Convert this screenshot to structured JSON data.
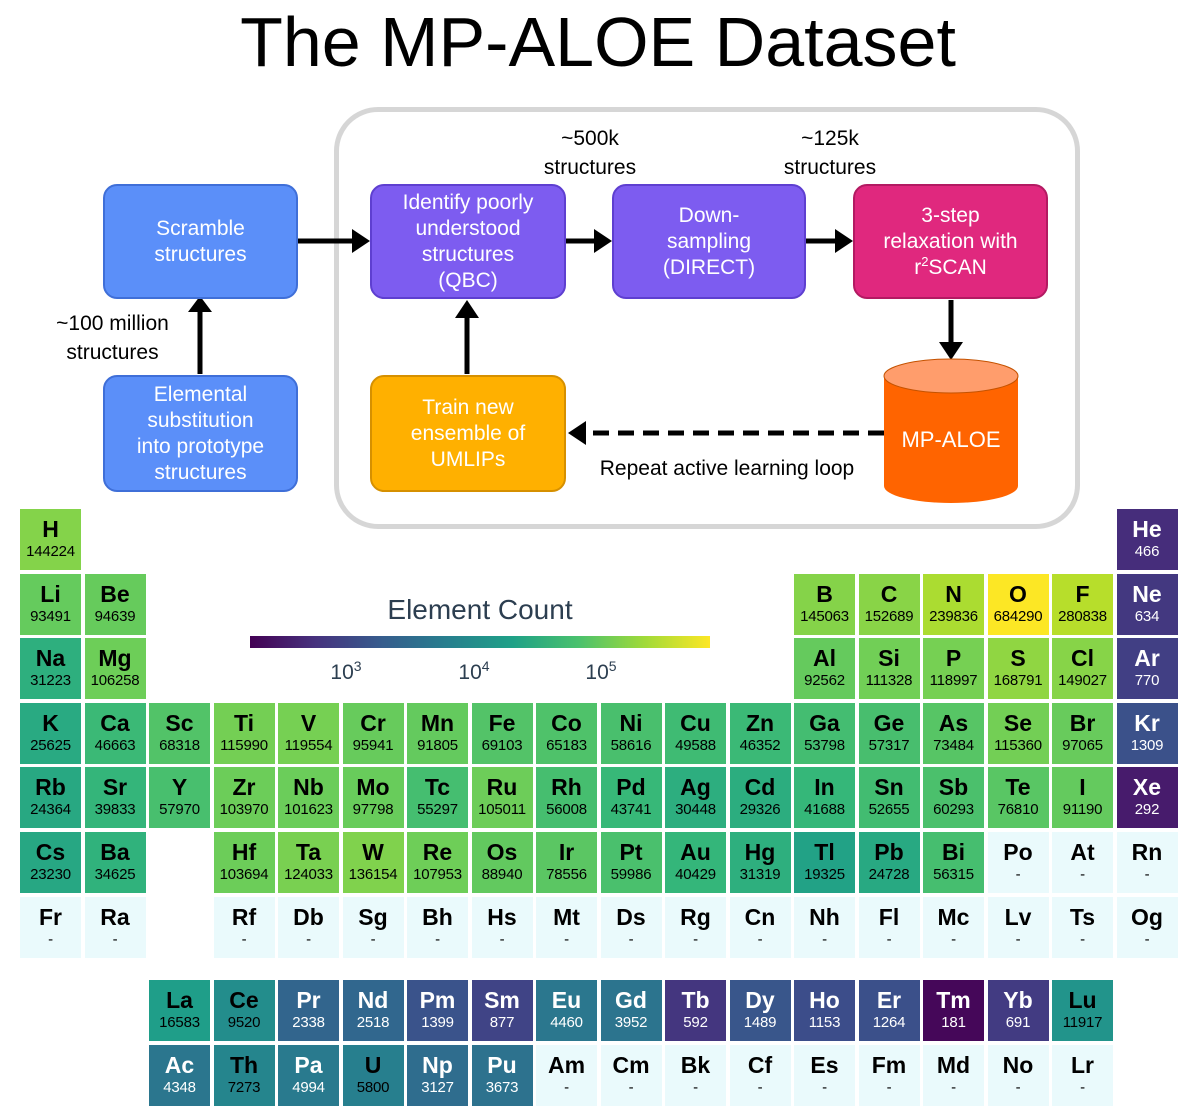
{
  "title": "The MP-ALOE Dataset",
  "flow": {
    "scramble": "Scramble\nstructures",
    "elemental": "Elemental\nsubstitution\ninto prototype\nstructures",
    "identify": "Identify poorly\nunderstood\nstructures\n(QBC)",
    "downsample": "Down-\nsampling\n(DIRECT)",
    "relax_pre": "3-step\nrelaxation with\nr",
    "relax_sup": "2",
    "relax_post": "SCAN",
    "train": "Train new\nensemble of\nUMLIPs",
    "database": "MP-ALOE",
    "note_100m": "~100 million\nstructures",
    "note_500k": "~500k\nstructures",
    "note_125k": "~125k\nstructures",
    "loop_label": "Repeat active learning loop"
  },
  "colors": {
    "blue_box": "#5b8ff9",
    "purple_box": "#7d5cf0",
    "magenta_box": "#e0287e",
    "orange_box": "#ffb000",
    "cylinder": "#ff6400",
    "cylinder_top": "#ff9d6c",
    "frame": "#d6d6d6",
    "no_data": "#eafafc"
  },
  "colorbar": {
    "title": "Element Count",
    "ticks": [
      {
        "base": "10",
        "exp": "3"
      },
      {
        "base": "10",
        "exp": "4"
      },
      {
        "base": "10",
        "exp": "5"
      }
    ],
    "log_range": [
      2.2,
      5.84
    ]
  },
  "elements": [
    {
      "s": "H",
      "c": "144224",
      "row": 1,
      "col": 1
    },
    {
      "s": "He",
      "c": "466",
      "row": 1,
      "col": 18
    },
    {
      "s": "Li",
      "c": "93491",
      "row": 2,
      "col": 1
    },
    {
      "s": "Be",
      "c": "94639",
      "row": 2,
      "col": 2
    },
    {
      "s": "B",
      "c": "145063",
      "row": 2,
      "col": 13
    },
    {
      "s": "C",
      "c": "152689",
      "row": 2,
      "col": 14
    },
    {
      "s": "N",
      "c": "239836",
      "row": 2,
      "col": 15
    },
    {
      "s": "O",
      "c": "684290",
      "row": 2,
      "col": 16
    },
    {
      "s": "F",
      "c": "280838",
      "row": 2,
      "col": 17
    },
    {
      "s": "Ne",
      "c": "634",
      "row": 2,
      "col": 18
    },
    {
      "s": "Na",
      "c": "31223",
      "row": 3,
      "col": 1
    },
    {
      "s": "Mg",
      "c": "106258",
      "row": 3,
      "col": 2
    },
    {
      "s": "Al",
      "c": "92562",
      "row": 3,
      "col": 13
    },
    {
      "s": "Si",
      "c": "111328",
      "row": 3,
      "col": 14
    },
    {
      "s": "P",
      "c": "118997",
      "row": 3,
      "col": 15
    },
    {
      "s": "S",
      "c": "168791",
      "row": 3,
      "col": 16
    },
    {
      "s": "Cl",
      "c": "149027",
      "row": 3,
      "col": 17
    },
    {
      "s": "Ar",
      "c": "770",
      "row": 3,
      "col": 18
    },
    {
      "s": "K",
      "c": "25625",
      "row": 4,
      "col": 1
    },
    {
      "s": "Ca",
      "c": "46663",
      "row": 4,
      "col": 2
    },
    {
      "s": "Sc",
      "c": "68318",
      "row": 4,
      "col": 3
    },
    {
      "s": "Ti",
      "c": "115990",
      "row": 4,
      "col": 4
    },
    {
      "s": "V",
      "c": "119554",
      "row": 4,
      "col": 5
    },
    {
      "s": "Cr",
      "c": "95941",
      "row": 4,
      "col": 6
    },
    {
      "s": "Mn",
      "c": "91805",
      "row": 4,
      "col": 7
    },
    {
      "s": "Fe",
      "c": "69103",
      "row": 4,
      "col": 8
    },
    {
      "s": "Co",
      "c": "65183",
      "row": 4,
      "col": 9
    },
    {
      "s": "Ni",
      "c": "58616",
      "row": 4,
      "col": 10
    },
    {
      "s": "Cu",
      "c": "49588",
      "row": 4,
      "col": 11
    },
    {
      "s": "Zn",
      "c": "46352",
      "row": 4,
      "col": 12
    },
    {
      "s": "Ga",
      "c": "53798",
      "row": 4,
      "col": 13
    },
    {
      "s": "Ge",
      "c": "57317",
      "row": 4,
      "col": 14
    },
    {
      "s": "As",
      "c": "73484",
      "row": 4,
      "col": 15
    },
    {
      "s": "Se",
      "c": "115360",
      "row": 4,
      "col": 16
    },
    {
      "s": "Br",
      "c": "97065",
      "row": 4,
      "col": 17
    },
    {
      "s": "Kr",
      "c": "1309",
      "row": 4,
      "col": 18
    },
    {
      "s": "Rb",
      "c": "24364",
      "row": 5,
      "col": 1
    },
    {
      "s": "Sr",
      "c": "39833",
      "row": 5,
      "col": 2
    },
    {
      "s": "Y",
      "c": "57970",
      "row": 5,
      "col": 3
    },
    {
      "s": "Zr",
      "c": "103970",
      "row": 5,
      "col": 4
    },
    {
      "s": "Nb",
      "c": "101623",
      "row": 5,
      "col": 5
    },
    {
      "s": "Mo",
      "c": "97798",
      "row": 5,
      "col": 6
    },
    {
      "s": "Tc",
      "c": "55297",
      "row": 5,
      "col": 7
    },
    {
      "s": "Ru",
      "c": "105011",
      "row": 5,
      "col": 8
    },
    {
      "s": "Rh",
      "c": "56008",
      "row": 5,
      "col": 9
    },
    {
      "s": "Pd",
      "c": "43741",
      "row": 5,
      "col": 10
    },
    {
      "s": "Ag",
      "c": "30448",
      "row": 5,
      "col": 11
    },
    {
      "s": "Cd",
      "c": "29326",
      "row": 5,
      "col": 12
    },
    {
      "s": "In",
      "c": "41688",
      "row": 5,
      "col": 13
    },
    {
      "s": "Sn",
      "c": "52655",
      "row": 5,
      "col": 14
    },
    {
      "s": "Sb",
      "c": "60293",
      "row": 5,
      "col": 15
    },
    {
      "s": "Te",
      "c": "76810",
      "row": 5,
      "col": 16
    },
    {
      "s": "I",
      "c": "91190",
      "row": 5,
      "col": 17
    },
    {
      "s": "Xe",
      "c": "292",
      "row": 5,
      "col": 18
    },
    {
      "s": "Cs",
      "c": "23230",
      "row": 6,
      "col": 1
    },
    {
      "s": "Ba",
      "c": "34625",
      "row": 6,
      "col": 2
    },
    {
      "s": "Hf",
      "c": "103694",
      "row": 6,
      "col": 4
    },
    {
      "s": "Ta",
      "c": "124033",
      "row": 6,
      "col": 5
    },
    {
      "s": "W",
      "c": "136154",
      "row": 6,
      "col": 6
    },
    {
      "s": "Re",
      "c": "107953",
      "row": 6,
      "col": 7
    },
    {
      "s": "Os",
      "c": "88940",
      "row": 6,
      "col": 8
    },
    {
      "s": "Ir",
      "c": "78556",
      "row": 6,
      "col": 9
    },
    {
      "s": "Pt",
      "c": "59986",
      "row": 6,
      "col": 10
    },
    {
      "s": "Au",
      "c": "40429",
      "row": 6,
      "col": 11
    },
    {
      "s": "Hg",
      "c": "31319",
      "row": 6,
      "col": 12
    },
    {
      "s": "Tl",
      "c": "19325",
      "row": 6,
      "col": 13
    },
    {
      "s": "Pb",
      "c": "24728",
      "row": 6,
      "col": 14
    },
    {
      "s": "Bi",
      "c": "56315",
      "row": 6,
      "col": 15
    },
    {
      "s": "Po",
      "c": "-",
      "row": 6,
      "col": 16
    },
    {
      "s": "At",
      "c": "-",
      "row": 6,
      "col": 17
    },
    {
      "s": "Rn",
      "c": "-",
      "row": 6,
      "col": 18
    },
    {
      "s": "Fr",
      "c": "-",
      "row": 7,
      "col": 1
    },
    {
      "s": "Ra",
      "c": "-",
      "row": 7,
      "col": 2
    },
    {
      "s": "Rf",
      "c": "-",
      "row": 7,
      "col": 4
    },
    {
      "s": "Db",
      "c": "-",
      "row": 7,
      "col": 5
    },
    {
      "s": "Sg",
      "c": "-",
      "row": 7,
      "col": 6
    },
    {
      "s": "Bh",
      "c": "-",
      "row": 7,
      "col": 7
    },
    {
      "s": "Hs",
      "c": "-",
      "row": 7,
      "col": 8
    },
    {
      "s": "Mt",
      "c": "-",
      "row": 7,
      "col": 9
    },
    {
      "s": "Ds",
      "c": "-",
      "row": 7,
      "col": 10
    },
    {
      "s": "Rg",
      "c": "-",
      "row": 7,
      "col": 11
    },
    {
      "s": "Cn",
      "c": "-",
      "row": 7,
      "col": 12
    },
    {
      "s": "Nh",
      "c": "-",
      "row": 7,
      "col": 13
    },
    {
      "s": "Fl",
      "c": "-",
      "row": 7,
      "col": 14
    },
    {
      "s": "Mc",
      "c": "-",
      "row": 7,
      "col": 15
    },
    {
      "s": "Lv",
      "c": "-",
      "row": 7,
      "col": 16
    },
    {
      "s": "Ts",
      "c": "-",
      "row": 7,
      "col": 17
    },
    {
      "s": "Og",
      "c": "-",
      "row": 7,
      "col": 18
    },
    {
      "s": "La",
      "c": "16583",
      "row": 9,
      "col": 3
    },
    {
      "s": "Ce",
      "c": "9520",
      "row": 9,
      "col": 4
    },
    {
      "s": "Pr",
      "c": "2338",
      "row": 9,
      "col": 5
    },
    {
      "s": "Nd",
      "c": "2518",
      "row": 9,
      "col": 6
    },
    {
      "s": "Pm",
      "c": "1399",
      "row": 9,
      "col": 7
    },
    {
      "s": "Sm",
      "c": "877",
      "row": 9,
      "col": 8
    },
    {
      "s": "Eu",
      "c": "4460",
      "row": 9,
      "col": 9
    },
    {
      "s": "Gd",
      "c": "3952",
      "row": 9,
      "col": 10
    },
    {
      "s": "Tb",
      "c": "592",
      "row": 9,
      "col": 11
    },
    {
      "s": "Dy",
      "c": "1489",
      "row": 9,
      "col": 12
    },
    {
      "s": "Ho",
      "c": "1153",
      "row": 9,
      "col": 13
    },
    {
      "s": "Er",
      "c": "1264",
      "row": 9,
      "col": 14
    },
    {
      "s": "Tm",
      "c": "181",
      "row": 9,
      "col": 15
    },
    {
      "s": "Yb",
      "c": "691",
      "row": 9,
      "col": 16
    },
    {
      "s": "Lu",
      "c": "11917",
      "row": 9,
      "col": 17
    },
    {
      "s": "Ac",
      "c": "4348",
      "row": 10,
      "col": 3
    },
    {
      "s": "Th",
      "c": "7273",
      "row": 10,
      "col": 4
    },
    {
      "s": "Pa",
      "c": "4994",
      "row": 10,
      "col": 5
    },
    {
      "s": "U",
      "c": "5800",
      "row": 10,
      "col": 6
    },
    {
      "s": "Np",
      "c": "3127",
      "row": 10,
      "col": 7
    },
    {
      "s": "Pu",
      "c": "3673",
      "row": 10,
      "col": 8
    },
    {
      "s": "Am",
      "c": "-",
      "row": 10,
      "col": 9
    },
    {
      "s": "Cm",
      "c": "-",
      "row": 10,
      "col": 10
    },
    {
      "s": "Bk",
      "c": "-",
      "row": 10,
      "col": 11
    },
    {
      "s": "Cf",
      "c": "-",
      "row": 10,
      "col": 12
    },
    {
      "s": "Es",
      "c": "-",
      "row": 10,
      "col": 13
    },
    {
      "s": "Fm",
      "c": "-",
      "row": 10,
      "col": 14
    },
    {
      "s": "Md",
      "c": "-",
      "row": 10,
      "col": 15
    },
    {
      "s": "No",
      "c": "-",
      "row": 10,
      "col": 16
    },
    {
      "s": "Lr",
      "c": "-",
      "row": 10,
      "col": 17
    }
  ]
}
